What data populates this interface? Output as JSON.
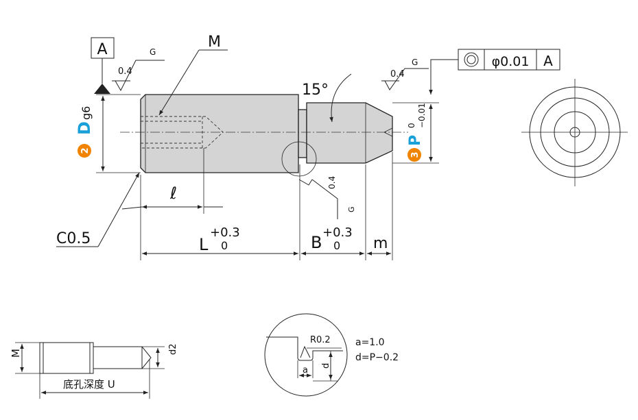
{
  "labels": {
    "datum": "A",
    "roughness_value": "0.4",
    "roughness_grade": "G",
    "thread": "M",
    "angle": "15°",
    "tol_flatness_value": "φ0.01",
    "tol_datum": "A",
    "dia_marker": "2",
    "dia_letter": "D",
    "dia_fit": "g6",
    "p_marker": "3",
    "p_letter": "P",
    "p_tol_upper": "0",
    "p_tol_lower": "−0.01",
    "ell": "ℓ",
    "chamfer": "C0.5",
    "L_letter": "L",
    "L_tol_upper": "+0.3",
    "L_tol_lower": "0",
    "B_letter": "B",
    "B_tol_upper": "+0.3",
    "B_tol_lower": "0",
    "m_letter": "m",
    "detail_M": "M",
    "detail_d2": "d2",
    "detail_depth": "底孔深度 U",
    "detail_r": "R0.2",
    "detail_a": "a",
    "detail_d": "d",
    "eq_a": "a=1.0",
    "eq_d": "d=P−0.2"
  },
  "colors": {
    "orange": "#f08300",
    "blue": "#1aa0d8",
    "ink": "#222222",
    "part_fill": "#d4d4d4"
  }
}
